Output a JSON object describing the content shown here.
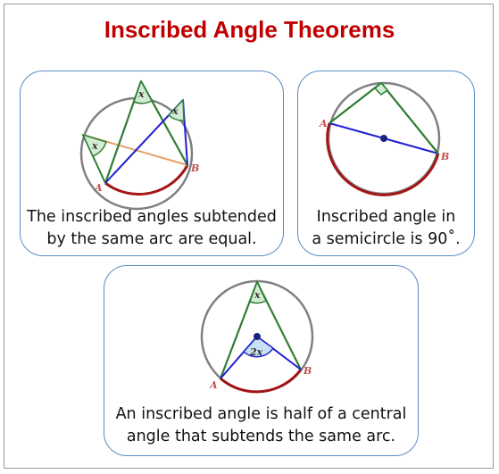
{
  "title": "Inscribed Angle Theorems",
  "panels": [
    {
      "caption_line1": "The inscribed angles subtended",
      "caption_line2": "by the same arc are equal.",
      "point_a": "A",
      "point_b": "B",
      "angle_label_1": "x",
      "angle_label_2": "x",
      "angle_label_3": "x"
    },
    {
      "caption_line1": "Inscribed angle in",
      "caption_line2": "a semicircle is 90˚.",
      "point_a": "A",
      "point_b": "B"
    },
    {
      "caption_line1": "An inscribed angle is half of a central",
      "caption_line2": "angle that subtends the same arc.",
      "point_a": "A",
      "point_b": "B",
      "inscribed_label": "x",
      "central_label": "2x"
    }
  ],
  "colors": {
    "title": "#c00000",
    "panel_border": "#5b8cc4",
    "circle": "#808080",
    "arc": "#a31515",
    "green_line": "#2e7d32",
    "blue_line": "#1f1fd1",
    "orange_line": "#e8a06a",
    "angle_fill": "#d4ecd4"
  }
}
